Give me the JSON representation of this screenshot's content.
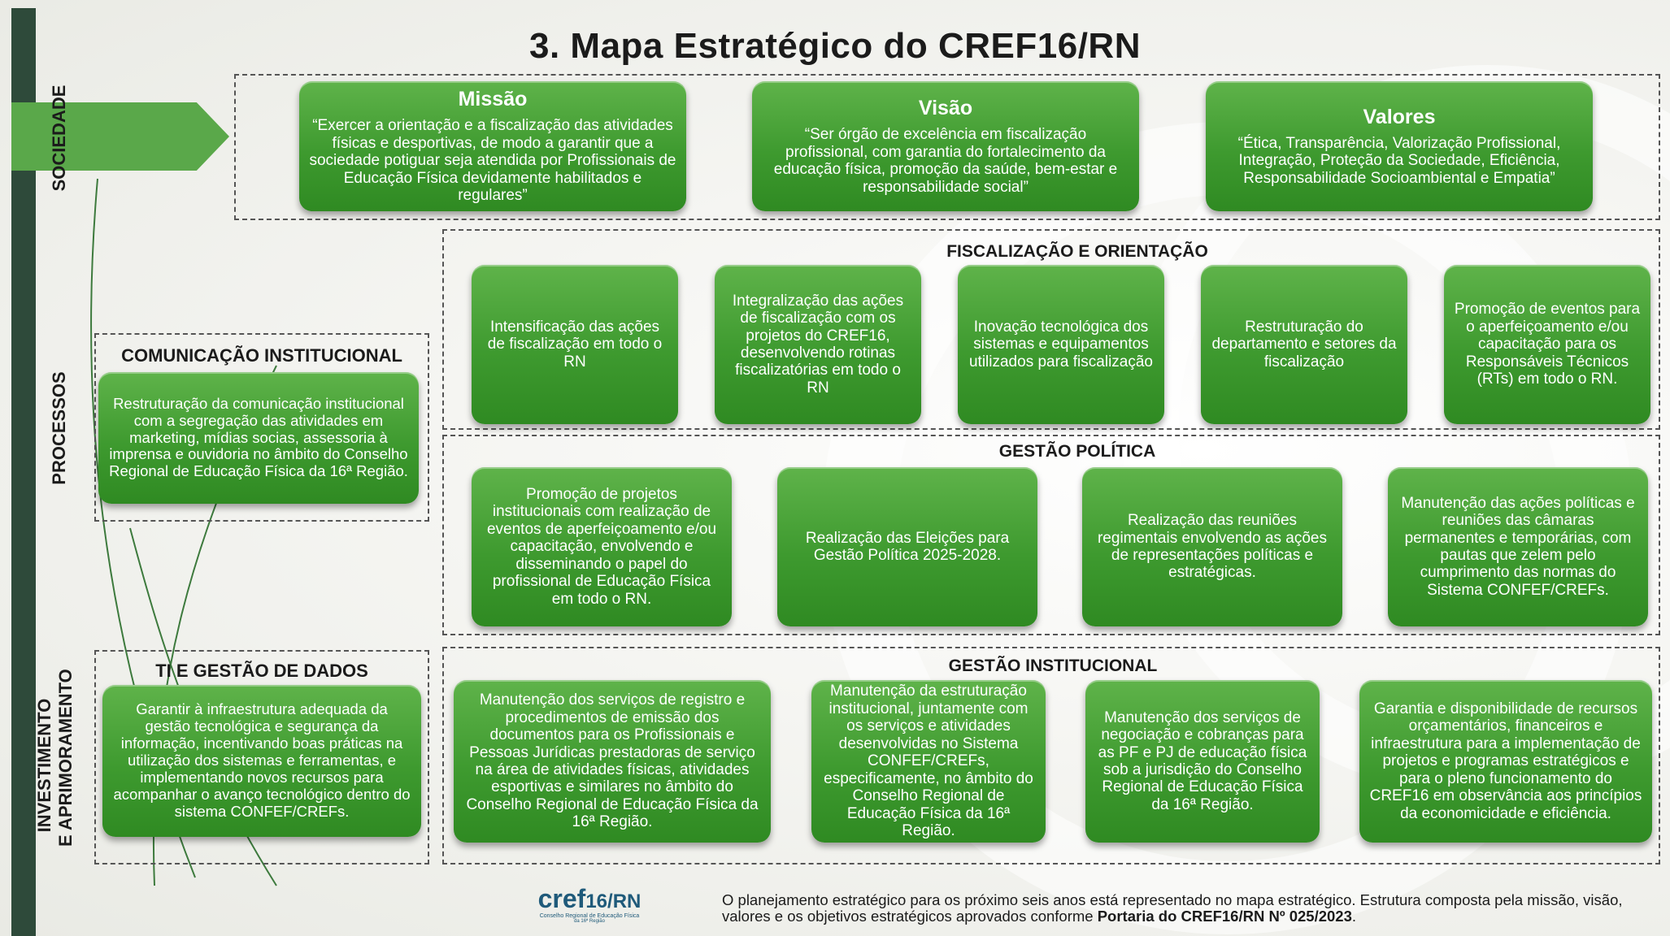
{
  "title": "3. Mapa Estratégico do CREF16/RN",
  "perspectives": {
    "sociedade": "SOCIEDADE",
    "processos": "PROCESSOS",
    "investimento_line1": "INVESTIMENTO",
    "investimento_line2": "E APRIMORAMENTO"
  },
  "sociedade": {
    "missao": {
      "title": "Missão",
      "text": "“Exercer a orientação e a fiscalização das atividades físicas e desportivas, de modo a garantir que a sociedade potiguar seja atendida por Profissionais de Educação Física devidamente habilitados e regulares”"
    },
    "visao": {
      "title": "Visão",
      "text": "“Ser órgão de excelência em fiscalização profissional, com garantia do fortalecimento da educação física, promoção da saúde, bem-estar e responsabilidade social”"
    },
    "valores": {
      "title": "Valores",
      "text": "“Ética, Transparência, Valorização Profissional, Integração, Proteção da Sociedade, Eficiência, Responsabilidade Socioambiental e Empatia”"
    }
  },
  "comunicacao": {
    "title": "COMUNICAÇÃO INSTITUCIONAL",
    "text": "Restruturação da comunicação institucional com a segregação das atividades em marketing, mídias socias, assessoria à imprensa e ouvidoria no âmbito do Conselho Regional de Educação Física da 16ª Região."
  },
  "ti": {
    "title": "TI E GESTÃO DE DADOS",
    "text": "Garantir à infraestrutura adequada da gestão tecnológica e segurança da informação, incentivando boas práticas na utilização dos sistemas e ferramentas, e implementando novos recursos  para acompanhar o avanço tecnológico dentro do sistema CONFEF/CREFs."
  },
  "fiscalizacao": {
    "title": "FISCALIZAÇÃO E ORIENTAÇÃO",
    "items": [
      "Intensificação das ações de fiscalização em todo o RN",
      "Integralização das ações de fiscalização com os projetos do CREF16, desenvolvendo rotinas fiscalizatórias em todo o RN",
      "Inovação tecnológica dos sistemas e equipamentos utilizados para fiscalização",
      "Restruturação do departamento e setores da fiscalização",
      "Promoção de eventos para o aperfeiçoamento e/ou capacitação para os Responsáveis Técnicos (RTs) em todo o RN."
    ]
  },
  "gestao_politica": {
    "title": "GESTÃO POLÍTICA",
    "items": [
      "Promoção de projetos institucionais com realização de eventos de aperfeiçoamento e/ou capacitação, envolvendo e disseminando o papel do profissional de Educação Física em todo o RN.",
      "Realização das Eleições para Gestão Política 2025-2028.",
      "Realização das reuniões regimentais envolvendo as ações de representações políticas e estratégicas.",
      "Manutenção das ações políticas e reuniões das câmaras permanentes e temporárias, com pautas que zelem pelo cumprimento das normas do Sistema CONFEF/CREFs."
    ]
  },
  "gestao_institucional": {
    "title": "GESTÃO INSTITUCIONAL",
    "items": [
      "Manutenção dos serviços de registro e procedimentos de emissão dos documentos para os Profissionais e Pessoas Jurídicas prestadoras de serviço na área de atividades físicas, atividades esportivas e similares no âmbito do Conselho Regional de Educação Física da 16ª Região.",
      "Manutenção da estruturação institucional, juntamente com os serviços e atividades desenvolvidas no Sistema CONFEF/CREFs, especificamente, no âmbito do Conselho Regional de Educação Física da 16ª Região.",
      "Manutenção dos serviços de negociação e cobranças para as PF e PJ de educação física sob a jurisdição do Conselho Regional de Educação Física da 16ª Região.",
      "Garantia e disponibilidade de recursos orçamentários, financeiros e infraestrutura para a implementação de projetos e programas estratégicos e para o pleno funcionamento do CREF16 em observância aos princípios da economicidade e eficiência."
    ]
  },
  "footer": {
    "text": "O planejamento estratégico para os próximo seis anos está representado no mapa estratégico. Estrutura composta pela missão, visão, valores  e os objetivos estratégicos aprovados conforme ",
    "bold": "Portaria do CREF16/RN Nº 025/2023",
    "end": "."
  },
  "logo": {
    "name": "cref",
    "num": "16/RN",
    "sub": "Conselho Regional de Educação Física",
    "sub2": "da 16ª Região"
  },
  "colors": {
    "box_green": "#3e9a2f",
    "dark_bar": "#2e4a3a",
    "logo_blue": "#1f5a7a"
  }
}
